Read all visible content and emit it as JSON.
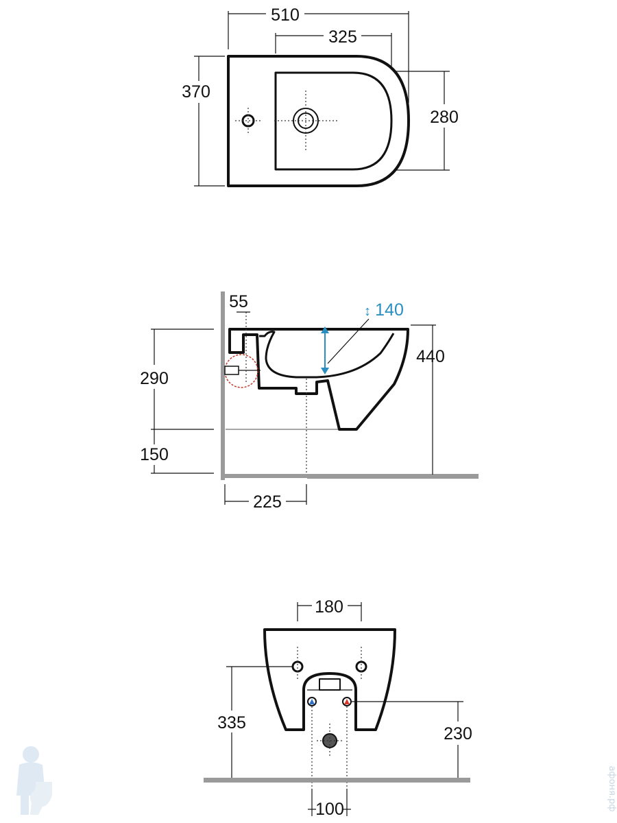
{
  "top_view": {
    "width_total": "510",
    "width_bowl": "325",
    "depth_total": "370",
    "depth_bowl": "280"
  },
  "side_view": {
    "wall_offset": "55",
    "bowl_depth_marker": "↕",
    "bowl_depth": "140",
    "height_upper": "290",
    "height_lower": "150",
    "height_total": "440",
    "drain_distance": "225"
  },
  "rear_view": {
    "bolt_spacing": "180",
    "bolt_height": "335",
    "inlet_height": "230",
    "inlet_spacing": "100"
  },
  "watermark": {
    "side_text": "афоня.рф"
  },
  "colors": {
    "line": "#111111",
    "accent_blue": "#2a8fc0",
    "hot_red": "#d93a2b",
    "cold_blue": "#2f6fc4",
    "floor_gray": "#9a9a9a",
    "guide_red": "#c0392b"
  }
}
